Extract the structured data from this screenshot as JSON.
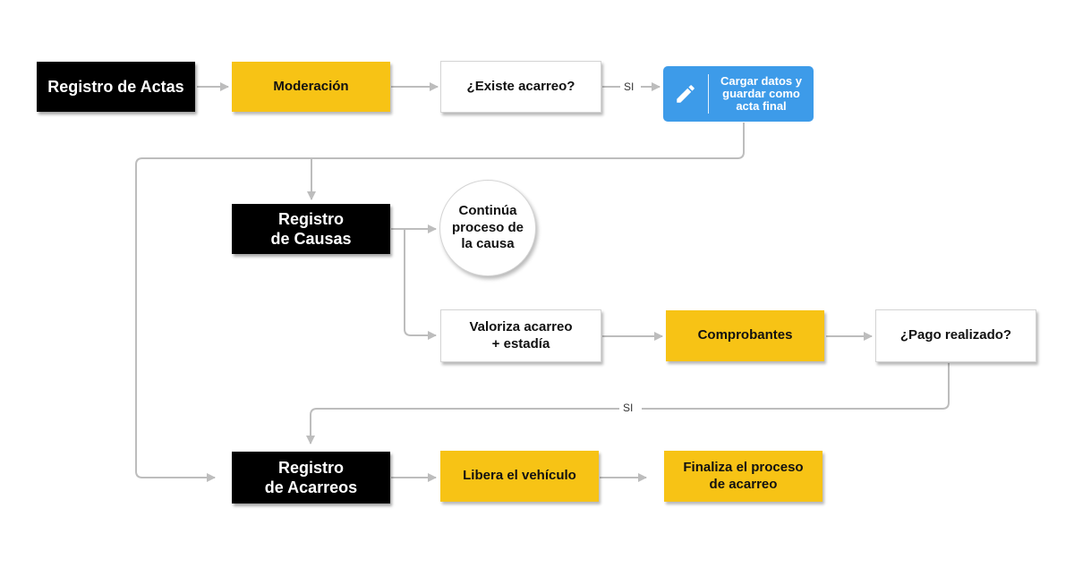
{
  "nodes": {
    "registro_actas": "Registro de Actas",
    "moderacion": "Moderación",
    "existe_acarreo": "¿Existe acarreo?",
    "cargar_datos_l1": "Cargar datos y",
    "cargar_datos_l2": "guardar como",
    "cargar_datos_l3": "acta final",
    "registro_causas_l1": "Registro",
    "registro_causas_l2": "de Causas",
    "continua_l1": "Continúa",
    "continua_l2": "proceso de",
    "continua_l3": "la causa",
    "valoriza_l1": "Valoriza acarreo",
    "valoriza_l2": "+ estadía",
    "comprobantes": "Comprobantes",
    "pago_realizado": "¿Pago realizado?",
    "registro_acarreos_l1": "Registro",
    "registro_acarreos_l2": "de Acarreos",
    "libera": "Libera el vehículo",
    "finaliza_l1": "Finaliza el proceso",
    "finaliza_l2": "de acarreo"
  },
  "edge_labels": {
    "si_top": "SI",
    "si_bottom": "SI"
  },
  "icons": {
    "cargar_datos": "pencil-icon"
  },
  "colors": {
    "black_box": "#000000",
    "yellow_box": "#f7c315",
    "blue_box": "#3d9be9",
    "connector": "#bdbdbd"
  }
}
